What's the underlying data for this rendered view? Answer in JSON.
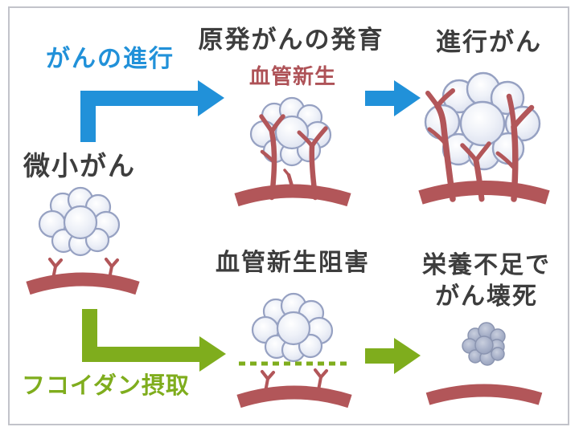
{
  "diagram": {
    "top_row": {
      "progression_label": "がんの進行",
      "primary_title": "原発がんの発育",
      "angiogenesis_label": "血管新生",
      "advanced_title": "進行がん"
    },
    "left": {
      "micro_title": "微小がん"
    },
    "bottom_row": {
      "inhibition_title": "血管新生阻害",
      "necrosis_line1": "栄養不足で",
      "necrosis_line2": "がん壊死",
      "fucoidan_label": "フコイダン摂取"
    }
  },
  "colors": {
    "blue": "#2191d9",
    "green": "#7fad1d",
    "vessel": "#b25659",
    "red_text": "#ae5257",
    "ink": "#3d3d3d",
    "frame": "#c2c3ca",
    "cell_stroke": "#96a1c2",
    "cell_fill": "#dce1ef",
    "cell_highlight": "#ffffff",
    "necro_stroke": "#8a94b0",
    "necro_fill": "#97a1bc",
    "necro_highlight": "#c9cfde"
  }
}
